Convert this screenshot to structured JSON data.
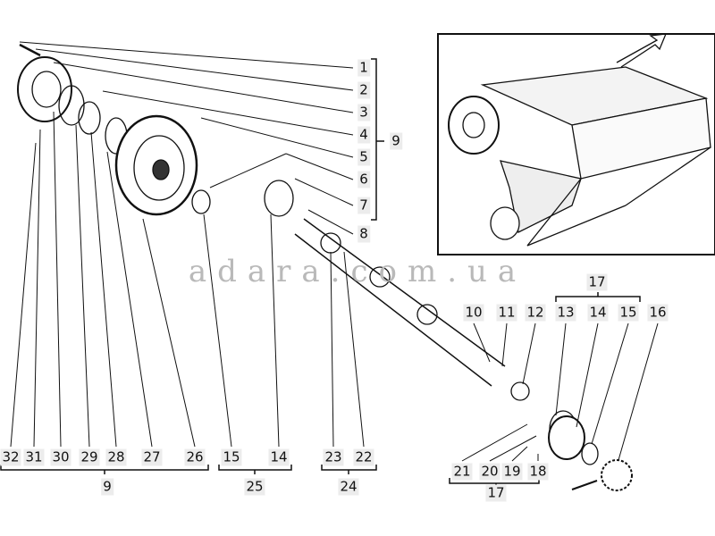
{
  "watermark": "adara.com.ua",
  "right_column_labels": [
    "1",
    "2",
    "3",
    "4",
    "5",
    "6",
    "7",
    "8"
  ],
  "right_group_label": "9",
  "bottom_left_labels": [
    "32",
    "31",
    "30",
    "29",
    "28",
    "27",
    "26"
  ],
  "bottom_left_group": "9",
  "bottom_mid_labels": [
    "15",
    "14"
  ],
  "bottom_mid_group": "25",
  "bottom_shaft_labels": [
    "23",
    "22"
  ],
  "bottom_shaft_group": "24",
  "top_right_labels": [
    "10",
    "11",
    "12",
    "13",
    "14",
    "15",
    "16"
  ],
  "top_right_group": "17",
  "bottom_right_labels": [
    "21",
    "20",
    "19",
    "18"
  ],
  "bottom_right_group": "17"
}
